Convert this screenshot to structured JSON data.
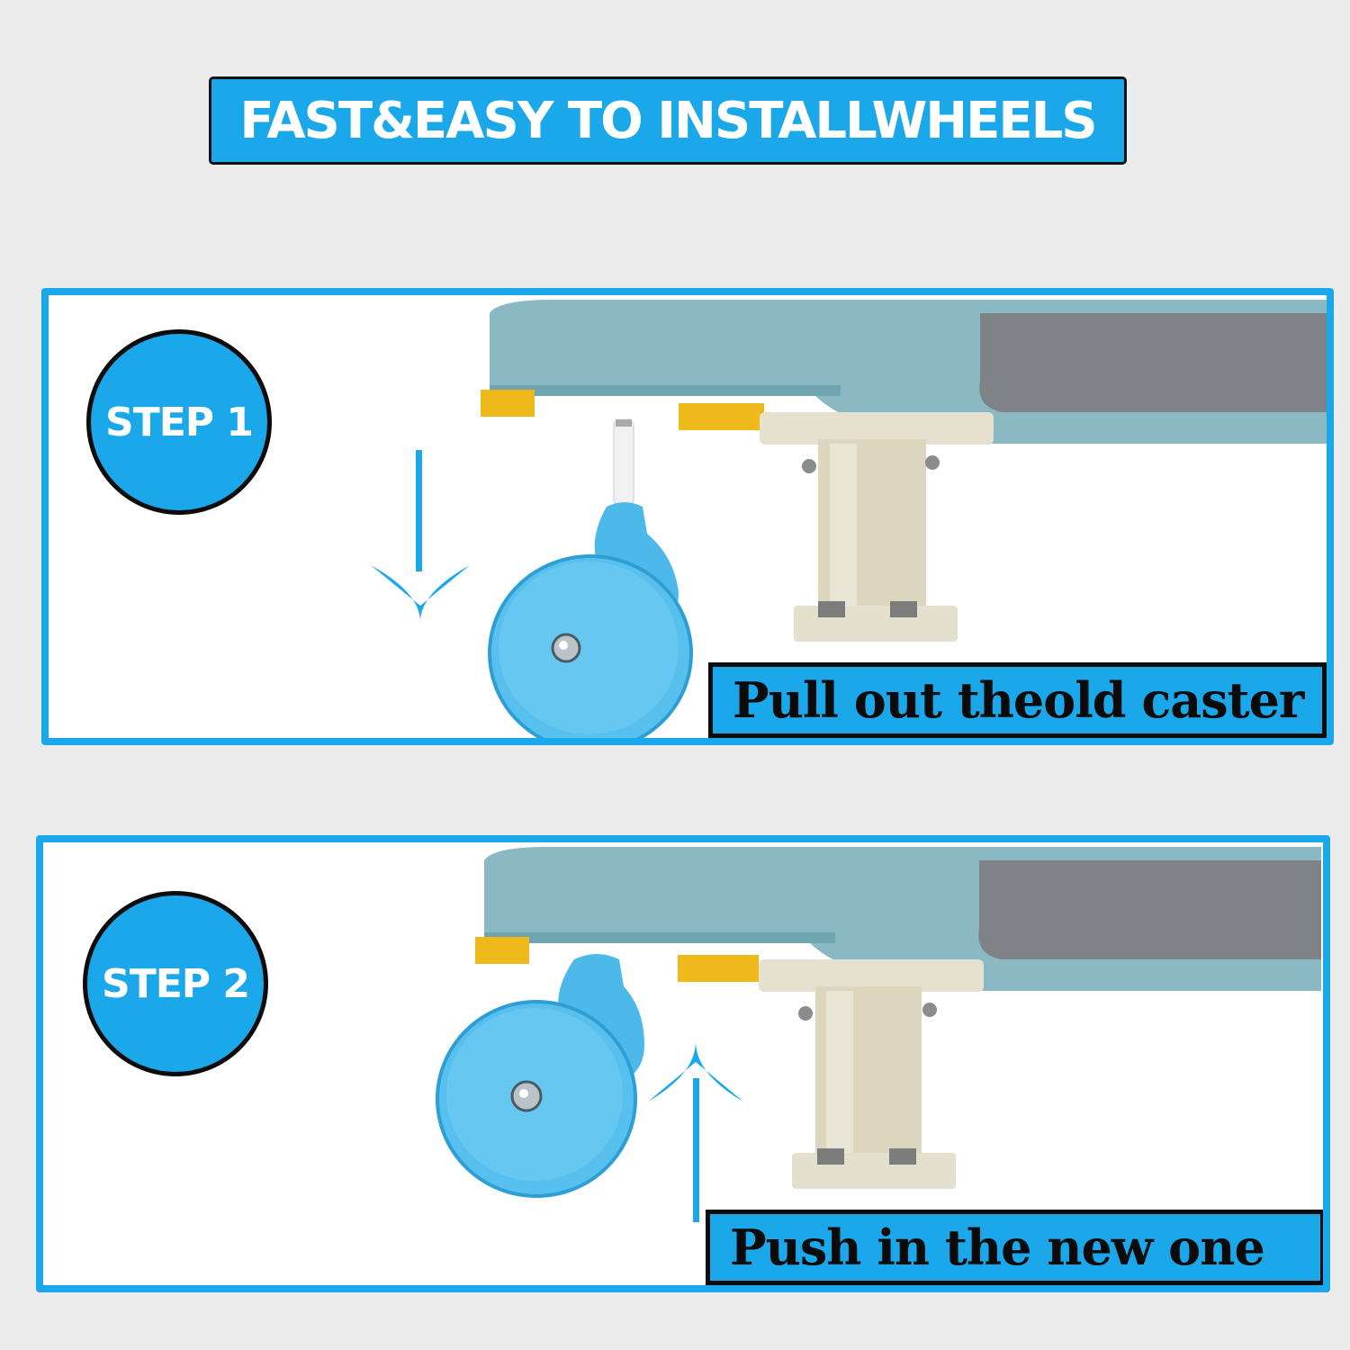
{
  "header": {
    "title": "FAST&EASY TO INSTALLWHEELS"
  },
  "steps": [
    {
      "badge": "STEP 1",
      "caption": "Pull out theold caster",
      "arrow": "down-arrow-icon"
    },
    {
      "badge": "STEP 2",
      "caption": "Push in the new one",
      "arrow": "up-arrow-icon"
    }
  ],
  "colors": {
    "accent": "#1ba8ea",
    "background": "#ececec",
    "caster_blue": "#5cc2ee",
    "base_teal": "#8ab9c4",
    "bracket_beige": "#e2ddc9",
    "outline": "#0c0c0c"
  }
}
